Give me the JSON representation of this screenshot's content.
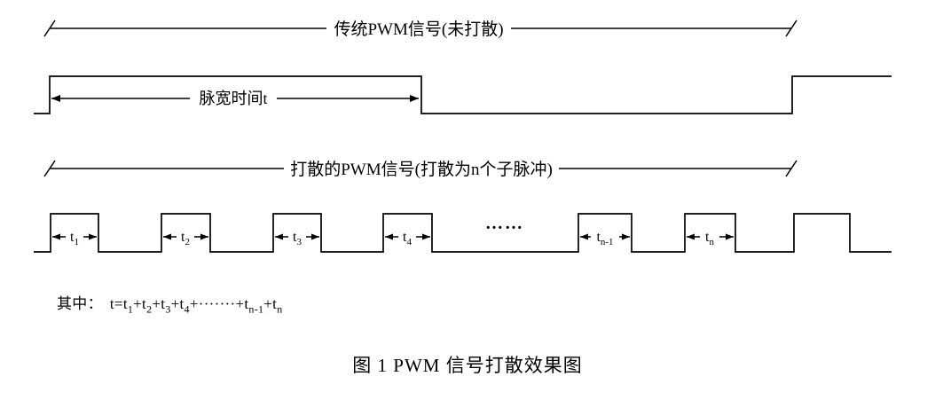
{
  "colors": {
    "ink": "#000000",
    "background": "#ffffff"
  },
  "diagram": {
    "traditional_label": "传统PWM信号(未打散)",
    "pulse_width_label": "脉宽时间t",
    "dispersed_label": "打散的PWM信号(打散为n个子脉冲)",
    "ellipsis": "……",
    "sub_pulse_labels": [
      {
        "base": "t",
        "sub": "1"
      },
      {
        "base": "t",
        "sub": "2"
      },
      {
        "base": "t",
        "sub": "3"
      },
      {
        "base": "t",
        "sub": "4"
      },
      {
        "base": "t",
        "sub": "n-1"
      },
      {
        "base": "t",
        "sub": "n"
      }
    ]
  },
  "formula": {
    "prefix": "其中：",
    "parts": [
      "t=t",
      "1",
      "+t",
      "2",
      "+t",
      "3",
      "+t",
      "4",
      "+·······+t",
      "n-1",
      "+t",
      "n"
    ]
  },
  "caption": "图 1 PWM 信号打散效果图"
}
